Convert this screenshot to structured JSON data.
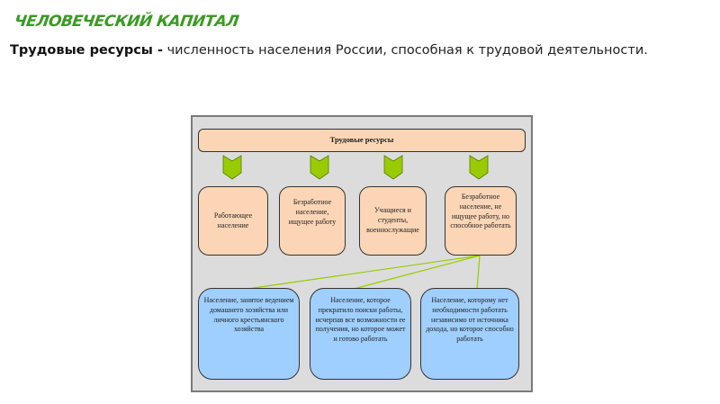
{
  "heading": "Человеческий капитал",
  "definition": {
    "term": "Трудовые ресурсы -",
    "text": " численность населения России, способная к трудовой деятельности."
  },
  "diagram": {
    "root": "Трудовые ресурсы",
    "level1": [
      "Работающее население",
      "Безработное население, ищущее работу",
      "Учащиеся и студенты, военнослужащие",
      "Безработное население, не ищущее работу, но способное работать"
    ],
    "level2": [
      "Население, занятое ведением домашнего хозяйства или личного крестьянского хозяйства",
      "Население, которое прекратило поиски работы, исчерпав все возможности ее получения, но которое может и готово работать",
      "Население, которому нет необходимости работать независимо от источника дохода, но которое способно работать"
    ],
    "colors": {
      "peach": "#fbd5b5",
      "blue": "#9fcfff",
      "arrow": "#99cc00"
    }
  }
}
